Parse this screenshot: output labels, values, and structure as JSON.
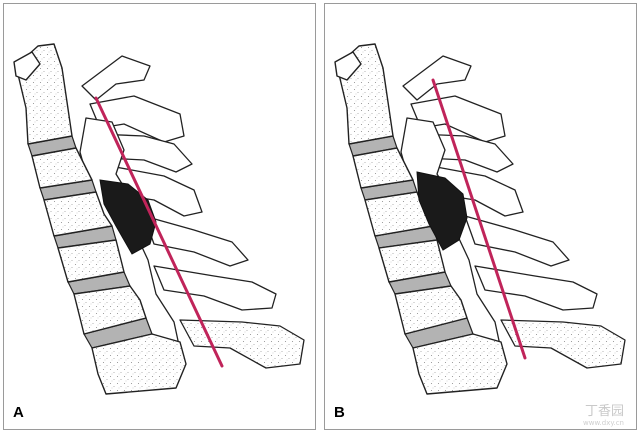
{
  "panels": [
    {
      "label": "A",
      "line_type": "intersects-mass"
    },
    {
      "label": "B",
      "line_type": "clears-mass"
    }
  ],
  "watermark": {
    "text": "丁香园",
    "url": "www.dxy.cn"
  },
  "colors": {
    "line": "#c0245a",
    "disc": "#b3b3b3",
    "mass": "#1a1a1a",
    "bone": "#ffffff",
    "outline": "#222222"
  }
}
